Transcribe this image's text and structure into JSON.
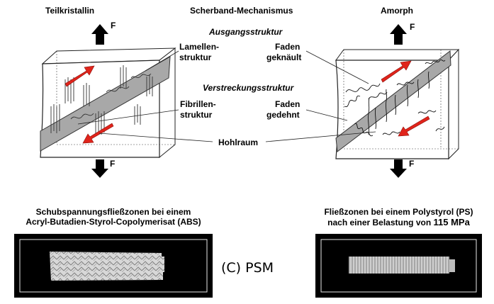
{
  "titles": {
    "left": "Teilkristallin",
    "center": "Scherband-Mechanismus",
    "right": "Amorph"
  },
  "force_label": "F",
  "struct_labels": {
    "start": "Ausgangsstruktur",
    "stretch": "Verstreckungsstruktur"
  },
  "callouts": {
    "lamellen_1": "Lamellen-",
    "lamellen_2": "struktur",
    "fibrillen_1": "Fibrillen-",
    "fibrillen_2": "struktur",
    "faden_gekn_1": "Faden",
    "faden_gekn_2": "geknäult",
    "faden_ged_1": "Faden",
    "faden_ged_2": "gedehnt",
    "hohlraum": "Hohlraum"
  },
  "captions": {
    "abs_1": "Schubspannungsfließzonen bei einem",
    "abs_2": "Acryl-Butadien-Styrol-Copolymerisat  (ABS)",
    "ps_1": "Fließzonen bei einem Polystyrol (PS)",
    "ps_2_prefix": "nach einer Belastung von ",
    "ps_2_value": "115 MPa"
  },
  "center_label": "(C) PSM",
  "colors": {
    "arrow_red": "#e0241b",
    "band_gray": "#a8a8a8",
    "photo_bg": "#000000",
    "specimen": "#d8d8d8"
  }
}
